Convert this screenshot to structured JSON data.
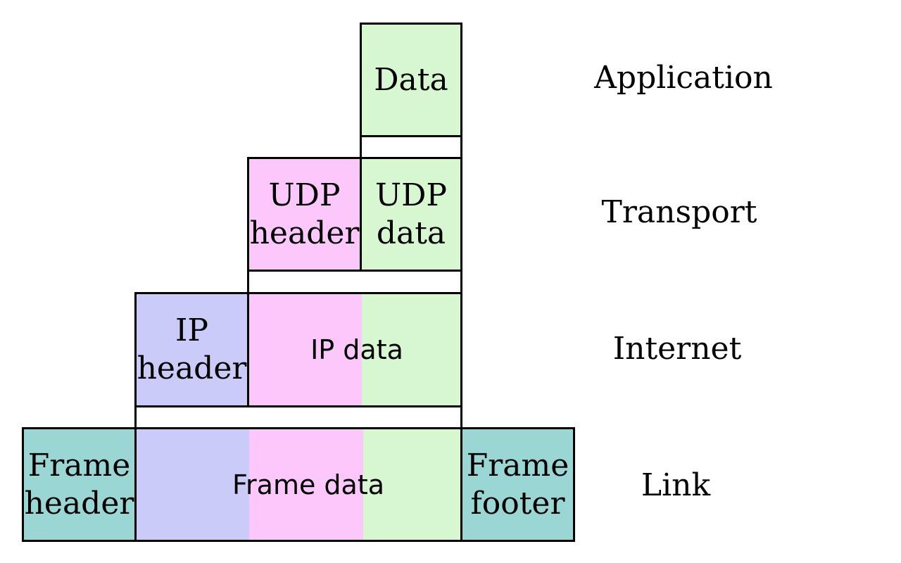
{
  "colors": {
    "application_data": "#d6f7cf",
    "udp_header": "#fcc8fc",
    "ip_header": "#cbcbfa",
    "frame_edge": "#9ad7d4",
    "gap": "#ffffff",
    "stroke": "#000000"
  },
  "layers": {
    "application": "Application",
    "transport": "Transport",
    "internet": "Internet",
    "link": "Link"
  },
  "application": {
    "data": "Data"
  },
  "transport": {
    "udp_header": "UDP\nheader",
    "udp_data": "UDP\ndata"
  },
  "internet": {
    "ip_header": "IP\nheader",
    "ip_data": "IP data"
  },
  "link": {
    "frame_header": "Frame\nheader",
    "frame_data": "Frame data",
    "frame_footer": "Frame\nfooter"
  }
}
